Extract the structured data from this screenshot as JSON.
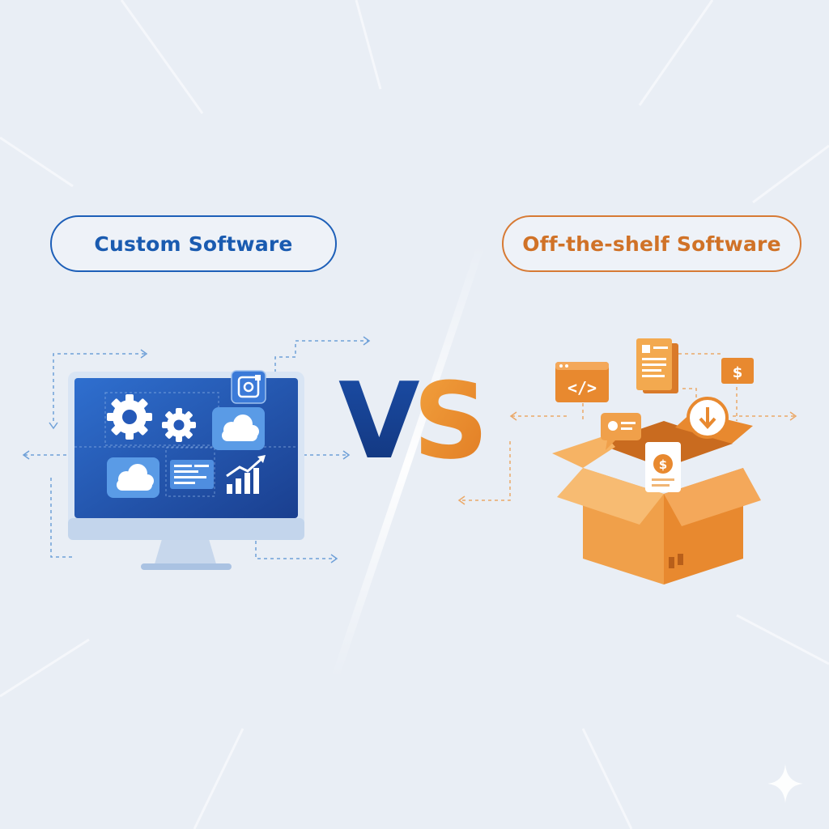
{
  "left": {
    "label": "Custom Software"
  },
  "right": {
    "label": "Off-the-shelf Software"
  },
  "center": {
    "v": "V",
    "s": "S"
  },
  "colors": {
    "blue": "#1d5fb8",
    "orange": "#e8892f",
    "background": "#e9eef5"
  },
  "icons": {
    "left": [
      "monitor-icon",
      "gear-icon",
      "cloud-icon",
      "document-icon",
      "growth-chart-icon",
      "settings-badge-icon"
    ],
    "right": [
      "open-box-icon",
      "code-window-icon",
      "document-icon",
      "dollar-document-icon",
      "download-icon",
      "chat-icon",
      "dollar-tag-icon"
    ]
  }
}
